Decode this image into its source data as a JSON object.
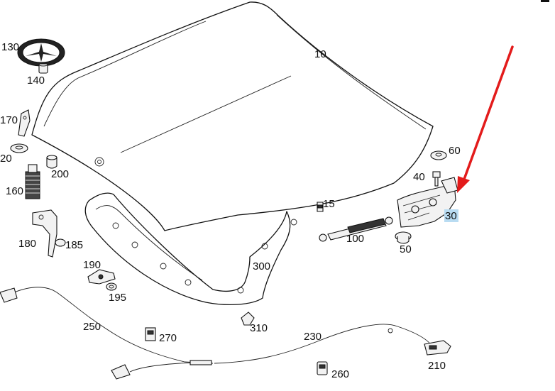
{
  "labels": {
    "p10": "10",
    "p15": "15",
    "p20": "20",
    "p30": "30",
    "p40": "40",
    "p50": "50",
    "p60": "60",
    "p100": "100",
    "p130": "130",
    "p140": "140",
    "p160": "160",
    "p170": "170",
    "p180": "180",
    "p185": "185",
    "p190": "190",
    "p195": "195",
    "p200": "200",
    "p210": "210",
    "p230": "230",
    "p250": "250",
    "p260": "260",
    "p270": "270",
    "p300": "300",
    "p310": "310"
  },
  "colors": {
    "line": "#111111",
    "arrow": "#e31b1b",
    "highlight": "#b9dcf2"
  },
  "highlighted_part": "30"
}
